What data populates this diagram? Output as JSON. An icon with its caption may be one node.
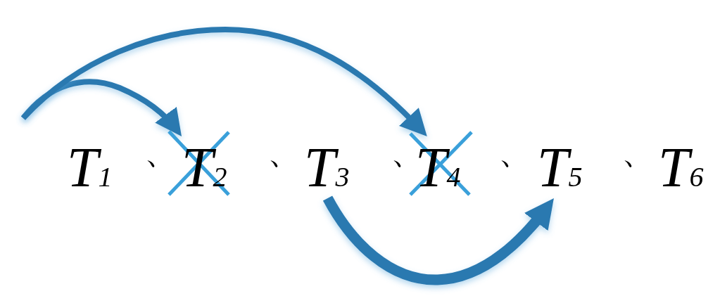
{
  "diagram": {
    "nodes": [
      {
        "text": [
          "T$_{1}$"
        ]
      },
      {
        "text": [
          "T$_{2}$"
        ]
      },
      {
        "text": [
          "T$_{3}$"
        ]
      },
      {
        "text": [
          "T$_{4}$"
        ]
      },
      {
        "text": [
          "T$_{5}$"
        ]
      },
      {
        "text": [
          "T$_{6}$"
        ]
      }
    ],
    "edges": [
      {
        "from": null,
        "to": 1,
        "arrow": "to"
      },
      {
        "from": null,
        "to": 3,
        "arrow": "to"
      },
      {
        "from": 2,
        "to": 4,
        "arrow": "to",
        "style": "thick"
      }
    ],
    "labels": [
      "、",
      "、",
      "、",
      "、",
      "、"
    ]
  }
}
